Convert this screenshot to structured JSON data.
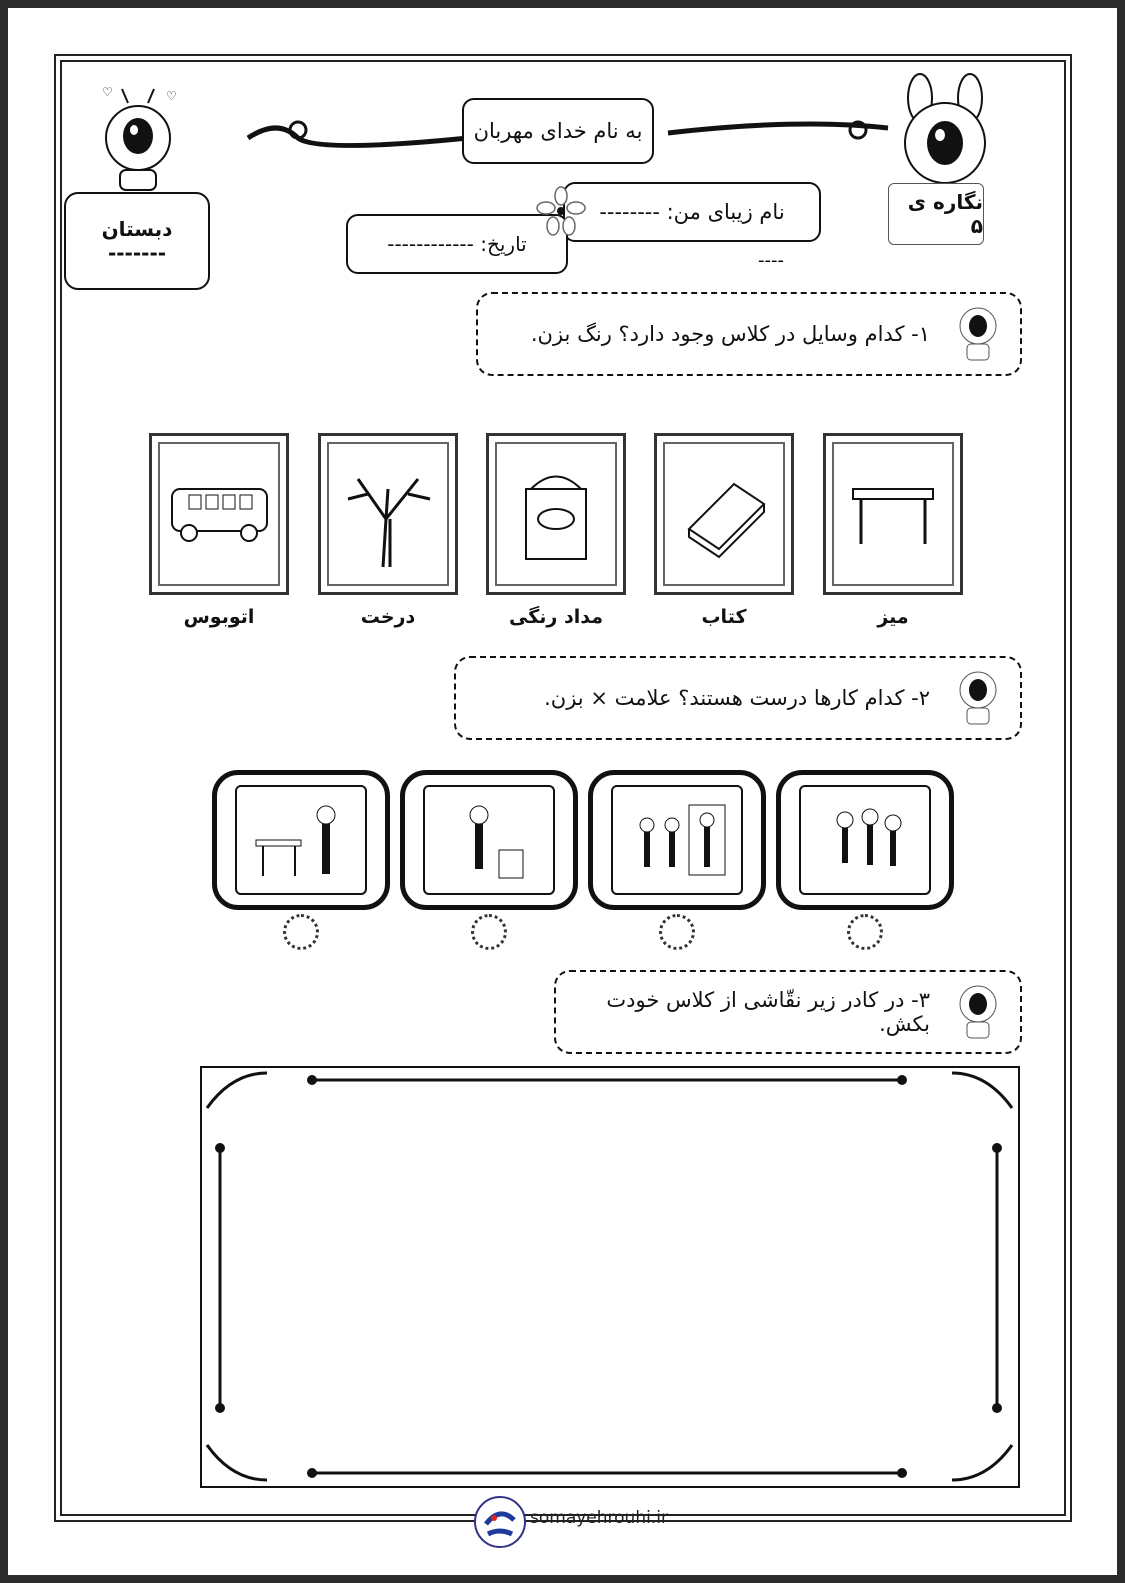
{
  "header": {
    "title": "به نام خدای مهربان",
    "school_label": "دبستان",
    "school_blank": "-------",
    "name_label": "نام زیبای من: --------",
    "name_blank2": "----",
    "date_label": "تاریخ: ------------",
    "sheet_label": "نگاره ی ۵"
  },
  "questions": [
    {
      "text": "۱- کدام وسایل در کلاس وجود دارد؟ رنگ بزن."
    },
    {
      "text": "۲- کدام کارها درست هستند؟ علامت × بزن."
    },
    {
      "text": "۳- در کادر زیر نقّاشی از کلاس خودت بکش."
    }
  ],
  "items": [
    {
      "label": "میز",
      "icon": "desk-icon"
    },
    {
      "label": "کتاب",
      "icon": "book-icon"
    },
    {
      "label": "مداد رنگی",
      "icon": "crayons-icon"
    },
    {
      "label": "درخت",
      "icon": "tree-icon"
    },
    {
      "label": "اتوبوس",
      "icon": "bus-icon"
    }
  ],
  "scenes": [
    "students-pushing",
    "students-walking",
    "boy-throwing-trash-in-bin",
    "boy-littering-on-table"
  ],
  "footer": {
    "site": "somayehrouhi.ir"
  }
}
